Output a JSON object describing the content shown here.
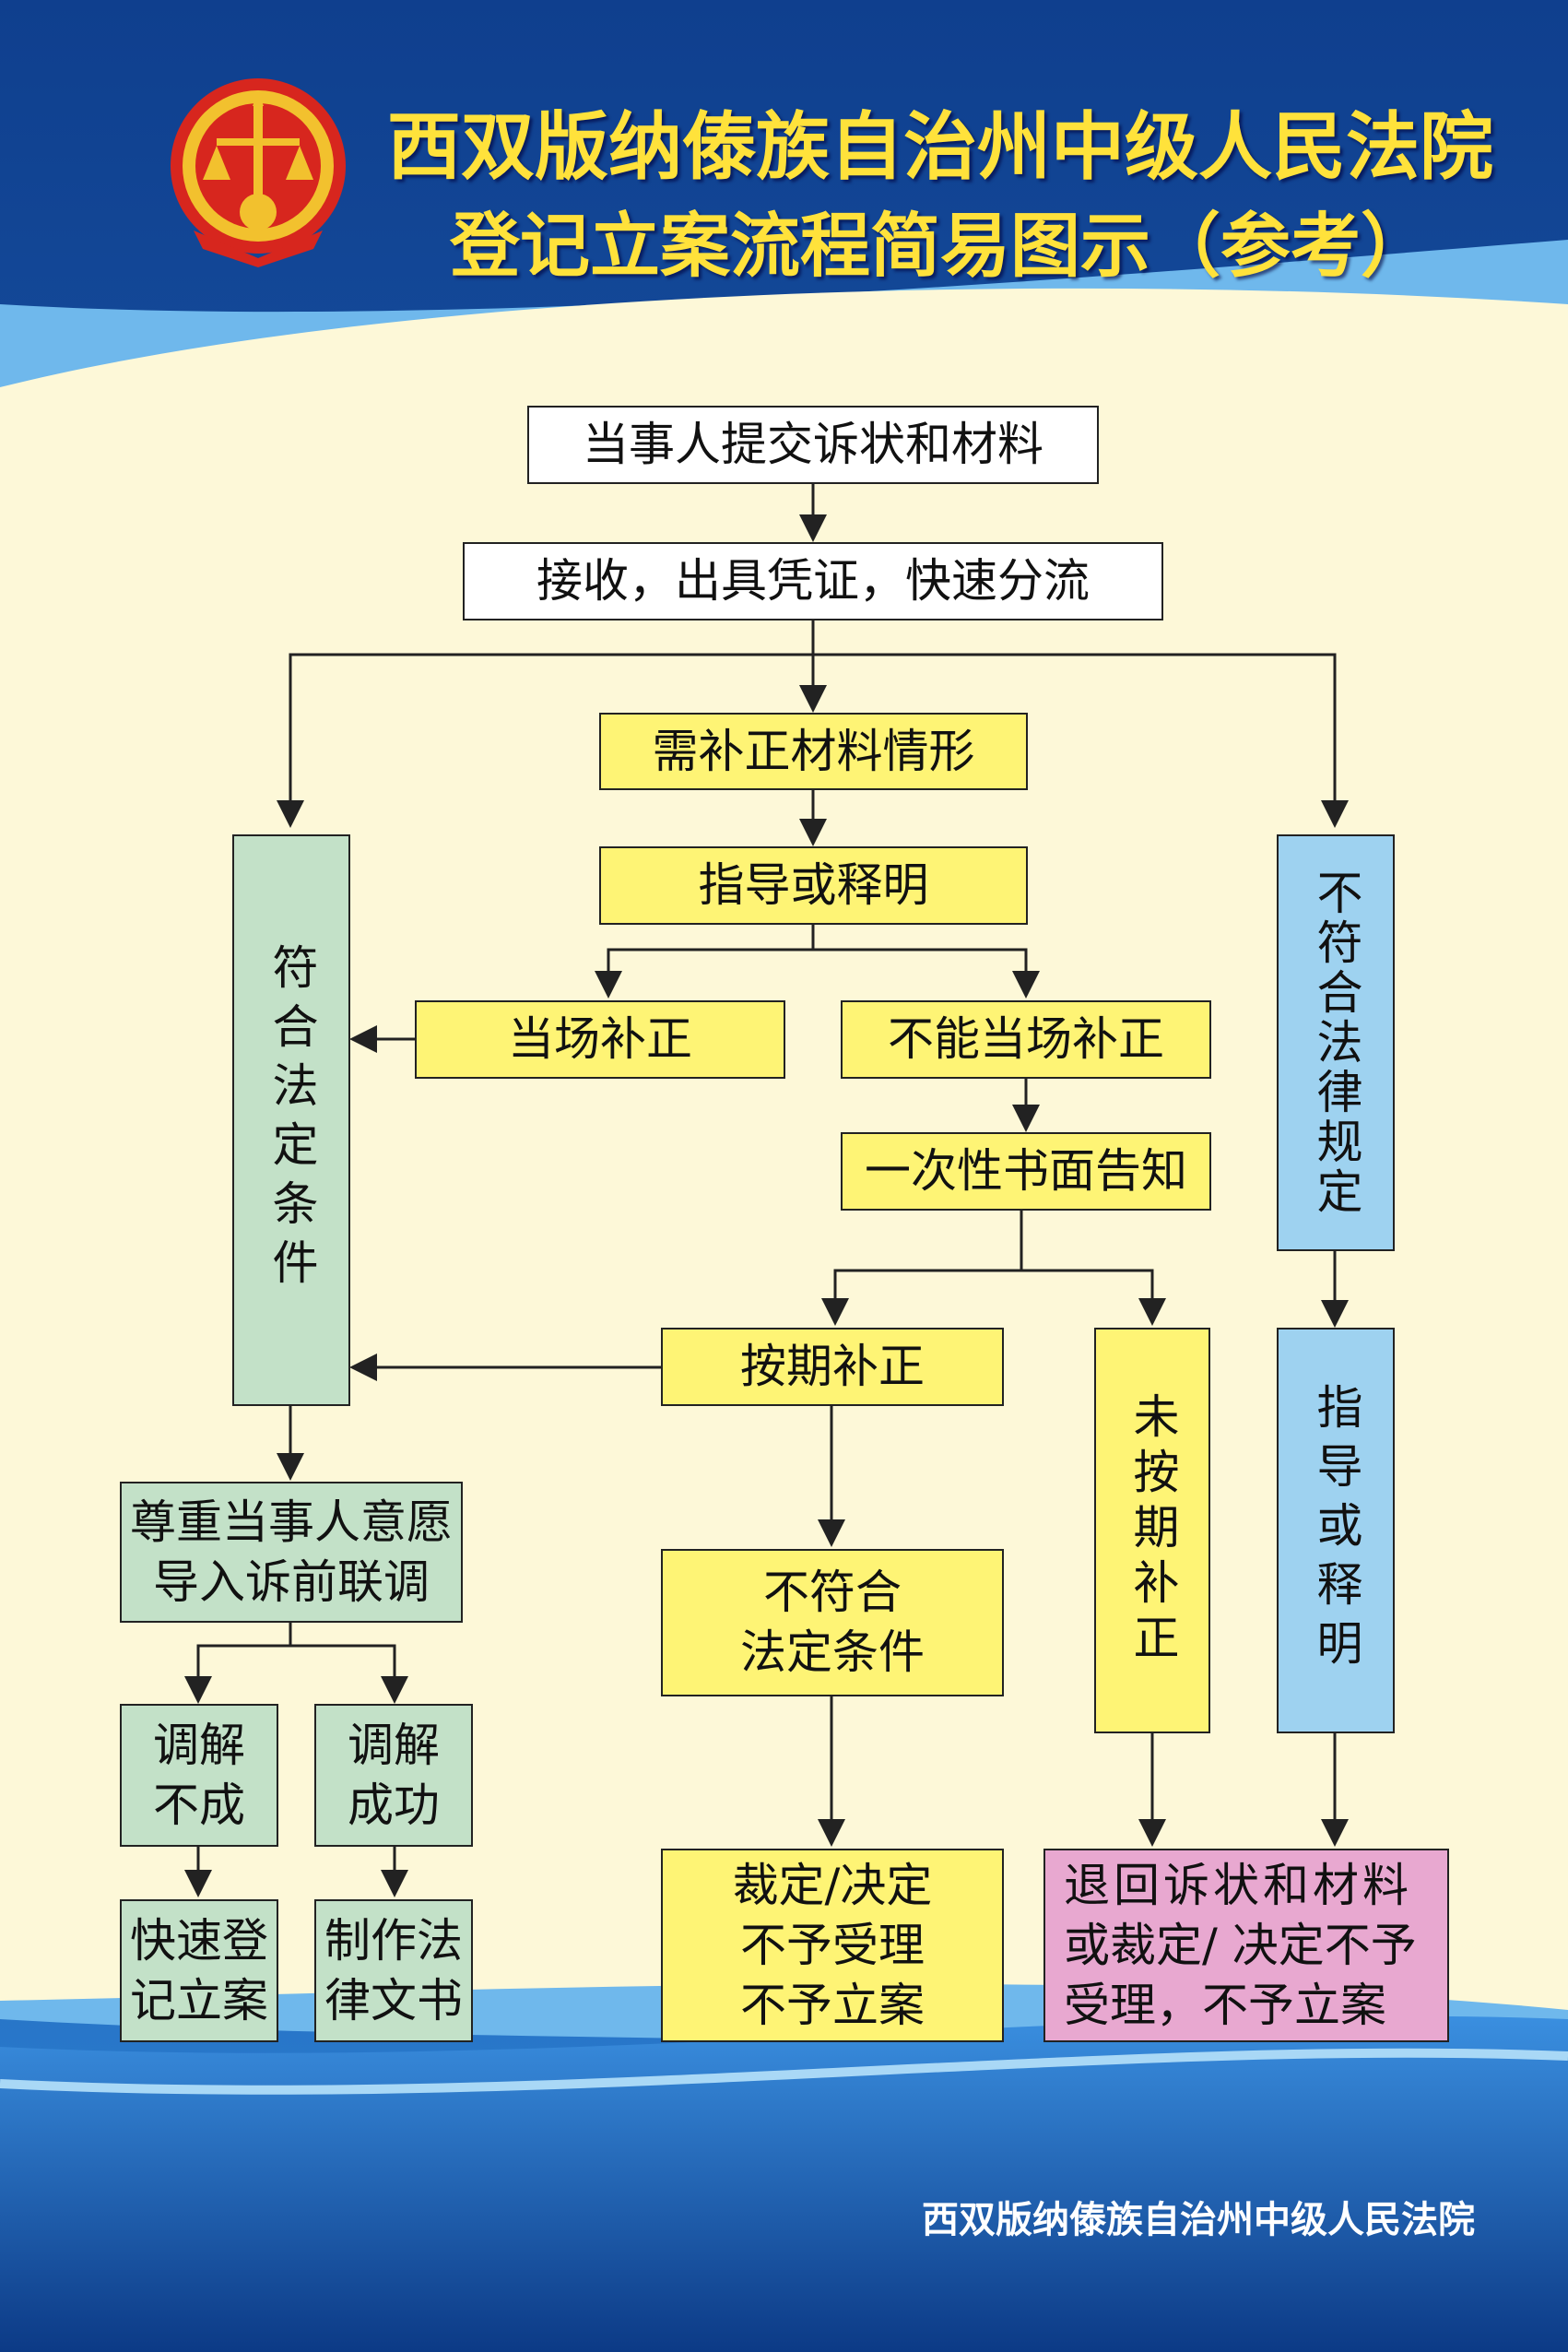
{
  "header": {
    "title_line1": "西双版纳傣族自治州中级人民法院",
    "title_line2": "登记立案流程简易图示（参考）"
  },
  "flow": {
    "submit": "当事人提交诉状和材料",
    "receive": "接收，出具凭证，快速分流",
    "needs_correction": "需补正材料情形",
    "guide_explain": "指导或释明",
    "correct_on_site": "当场补正",
    "cannot_correct_on_site": "不能当场补正",
    "one_time_notice": "一次性书面告知",
    "correct_on_time": "按期补正",
    "not_corrected_on_time": "未按期补正",
    "not_meet_conditions": [
      "不符合",
      "法定条件"
    ],
    "ruling_reject": [
      "裁定/决定",
      "不予受理",
      "不予立案"
    ],
    "meets_conditions": "符合法定条件",
    "not_legal": "不符合法律规定",
    "guide_explain_right": "指导或释明",
    "respect_wishes": [
      "尊重当事人意愿",
      "导入诉前联调"
    ],
    "mediation_failed": [
      "调解",
      "不成"
    ],
    "mediation_success": [
      "调解",
      "成功"
    ],
    "fast_register": [
      "快速登",
      "记立案"
    ],
    "make_document": [
      "制作法",
      "律文书"
    ],
    "return_materials": [
      "退回诉状和材料",
      "或裁定/ 决定不予",
      "受理，不予立案"
    ]
  },
  "footer": "西双版纳傣族自治州中级人民法院",
  "colors": {
    "yellow_box": "#fef475",
    "green_box": "#c3e1c8",
    "blue_box": "#9ed2f0",
    "pink_box": "#e8a8d0",
    "title_text": "#ffe23b",
    "background_blue": "#1e5fb8",
    "panel": "#fdf8d8"
  },
  "icons": [
    "court-emblem-icon"
  ]
}
